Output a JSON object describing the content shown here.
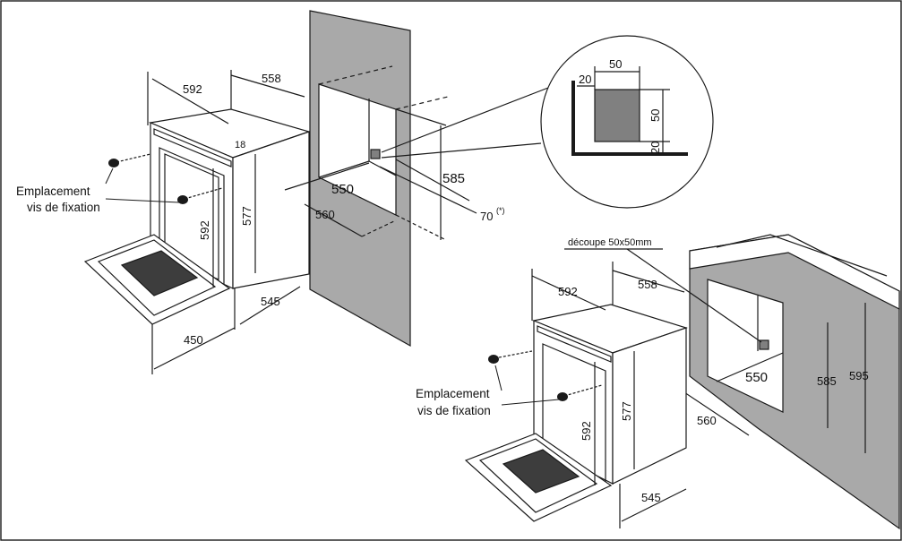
{
  "colors": {
    "line": "#1a1a1a",
    "wall": "#a9a9a9",
    "door_glass": "#3d3d3d",
    "cutout_square": "#808080",
    "background": "#ffffff"
  },
  "left_view": {
    "oven_width": "592",
    "oven_depth": "558",
    "top_offset": "18",
    "oven_height": "577",
    "door_height": "592",
    "door_open_depth": "450",
    "body_depth": "545",
    "label_line1": "Emplacement",
    "label_line2": "vis de fixation"
  },
  "wall_view": {
    "niche_width": "550",
    "niche_depth": "560",
    "niche_height": "585",
    "rear_gap": "70",
    "rear_gap_note": "(*)"
  },
  "detail": {
    "square_size_top": "50",
    "square_offset_left": "20",
    "square_size_right": "50",
    "square_offset_bottom": "20"
  },
  "right_view": {
    "cutout_label": "découpe 50x50mm",
    "oven_width": "592",
    "oven_depth": "558",
    "oven_height": "577",
    "door_height": "592",
    "body_depth": "545",
    "niche_width": "550",
    "niche_height": "585",
    "cabinet_height": "595",
    "niche_depth": "560",
    "label_line1": "Emplacement",
    "label_line2": "vis de fixation"
  }
}
